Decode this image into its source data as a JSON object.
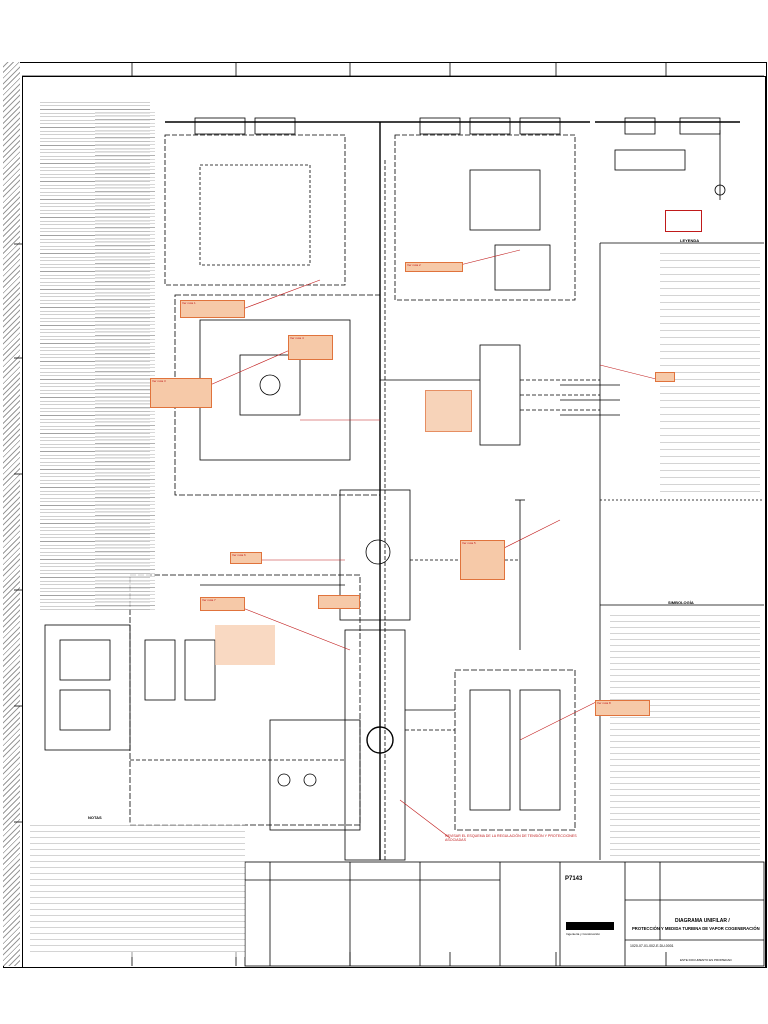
{
  "title_block": {
    "drawing_title_line1": "DIAGRAMA UNIFILAR /",
    "drawing_title_line2": "PROTECCIÓN Y MEDIDA TURBINA DE VAPOR COGENERACIÓN",
    "project_code": "P7143",
    "company_line": "Ingeniería y Construcción",
    "doc_number": "1020-07-01-002-E-DU-0001",
    "footer_text": "ESTE DOCUMENTO ES PROPIEDAD"
  },
  "headers": {
    "legend": "LEYENDA",
    "abbreviations": "SIMBOLOGÍA",
    "notes": "NOTAS"
  },
  "red_annotation": "REVISAR EL ESQUEMA DE LA REGULACIÓN DE TENSIÓN Y PROTECCIONES ASOCIADAS",
  "note_boxes": [
    "Ver nota 1",
    "Ver nota 2",
    "Ver nota 3",
    "Ver nota 4",
    "Ver nota 5",
    "Ver nota 6",
    "Ver nota 7",
    "Ver nota 8"
  ],
  "colors": {
    "line": "#000000",
    "annotation_fill": "#f6c9a8",
    "annotation_border": "#e0733c",
    "annotation_text": "#c01a1a"
  }
}
